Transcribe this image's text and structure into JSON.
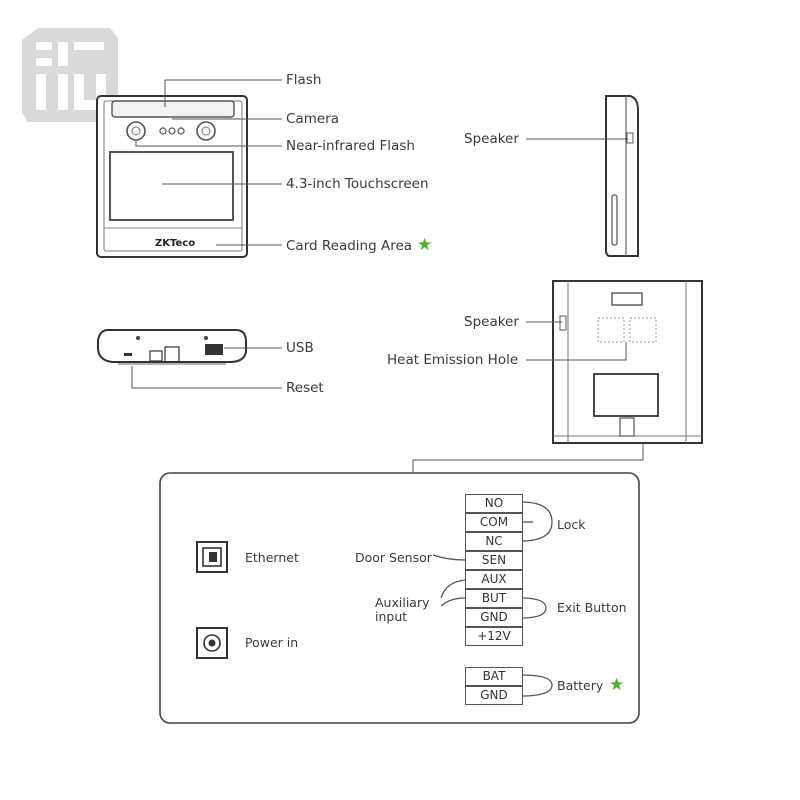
{
  "callouts": {
    "flash": "Flash",
    "camera": "Camera",
    "nir_flash": "Near-infrared Flash",
    "touchscreen": "4.3-inch Touchscreen",
    "card_area": "Card Reading Area",
    "speaker_side": "Speaker",
    "speaker_back": "Speaker",
    "heat_hole": "Heat Emission Hole",
    "usb": "USB",
    "reset": "Reset"
  },
  "device": {
    "brand": "ZKTeco"
  },
  "wiring": {
    "left_ports": {
      "ethernet": "Ethernet",
      "power": "Power in"
    },
    "terminals_main": [
      "NO",
      "COM",
      "NC",
      "SEN",
      "AUX",
      "BUT",
      "GND",
      "+12V"
    ],
    "terminals_battery": [
      "BAT",
      "GND"
    ],
    "groups": {
      "lock": "Lock",
      "door_sensor": "Door Sensor",
      "auxiliary_input": [
        "Auxiliary",
        "input"
      ],
      "exit_button": "Exit Button",
      "battery": "Battery"
    }
  },
  "colors": {
    "star": "#4caf2a",
    "line": "#555555"
  },
  "icons": [
    "logo-watermark",
    "star-icon",
    "ethernet-port-icon",
    "power-jack-icon"
  ]
}
